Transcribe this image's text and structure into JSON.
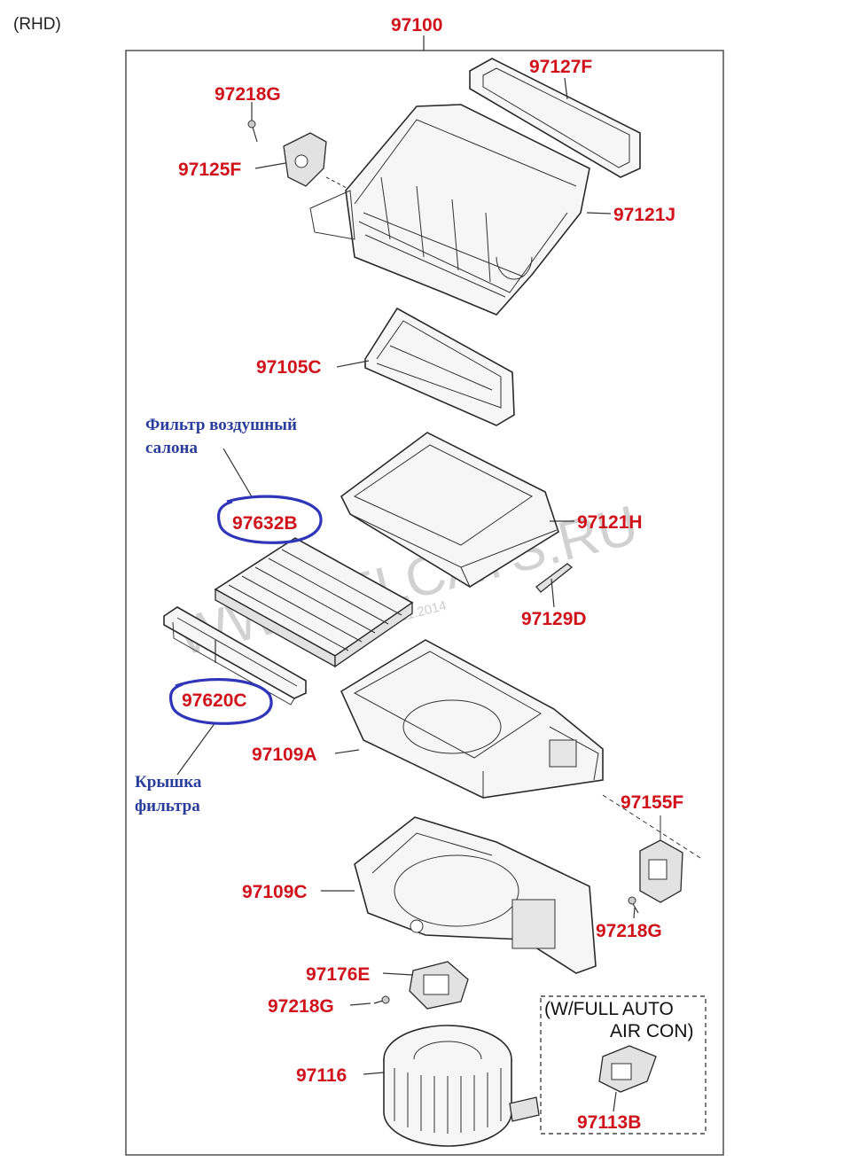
{
  "header": {
    "variant": "(RHD)",
    "assembly_number": "97100"
  },
  "parts": {
    "p97127F": "97127F",
    "p97218G_top": "97218G",
    "p97125F": "97125F",
    "p97121J": "97121J",
    "p97105C": "97105C",
    "p97632B": "97632B",
    "p97121H": "97121H",
    "p97129D": "97129D",
    "p97620C": "97620C",
    "p97109A": "97109A",
    "p97155F": "97155F",
    "p97109C": "97109C",
    "p97218G_right": "97218G",
    "p97176E": "97176E",
    "p97218G_mid": "97218G",
    "p97116": "97116",
    "p97113B": "97113B"
  },
  "annotations": {
    "filter_line1": "Фильтр воздушный",
    "filter_line2": "салона",
    "cover_line1": "Крышка",
    "cover_line2": "фильтра"
  },
  "option_box": {
    "line1": "(W/FULL AUTO",
    "line2": "AIR CON)"
  },
  "watermark": {
    "text": "WWW.ELCATS.RU",
    "date": "06.11.2014"
  },
  "colors": {
    "part_number": "#d0121b",
    "annotation": "#2a3d9c",
    "highlight": "#2e35b8"
  }
}
